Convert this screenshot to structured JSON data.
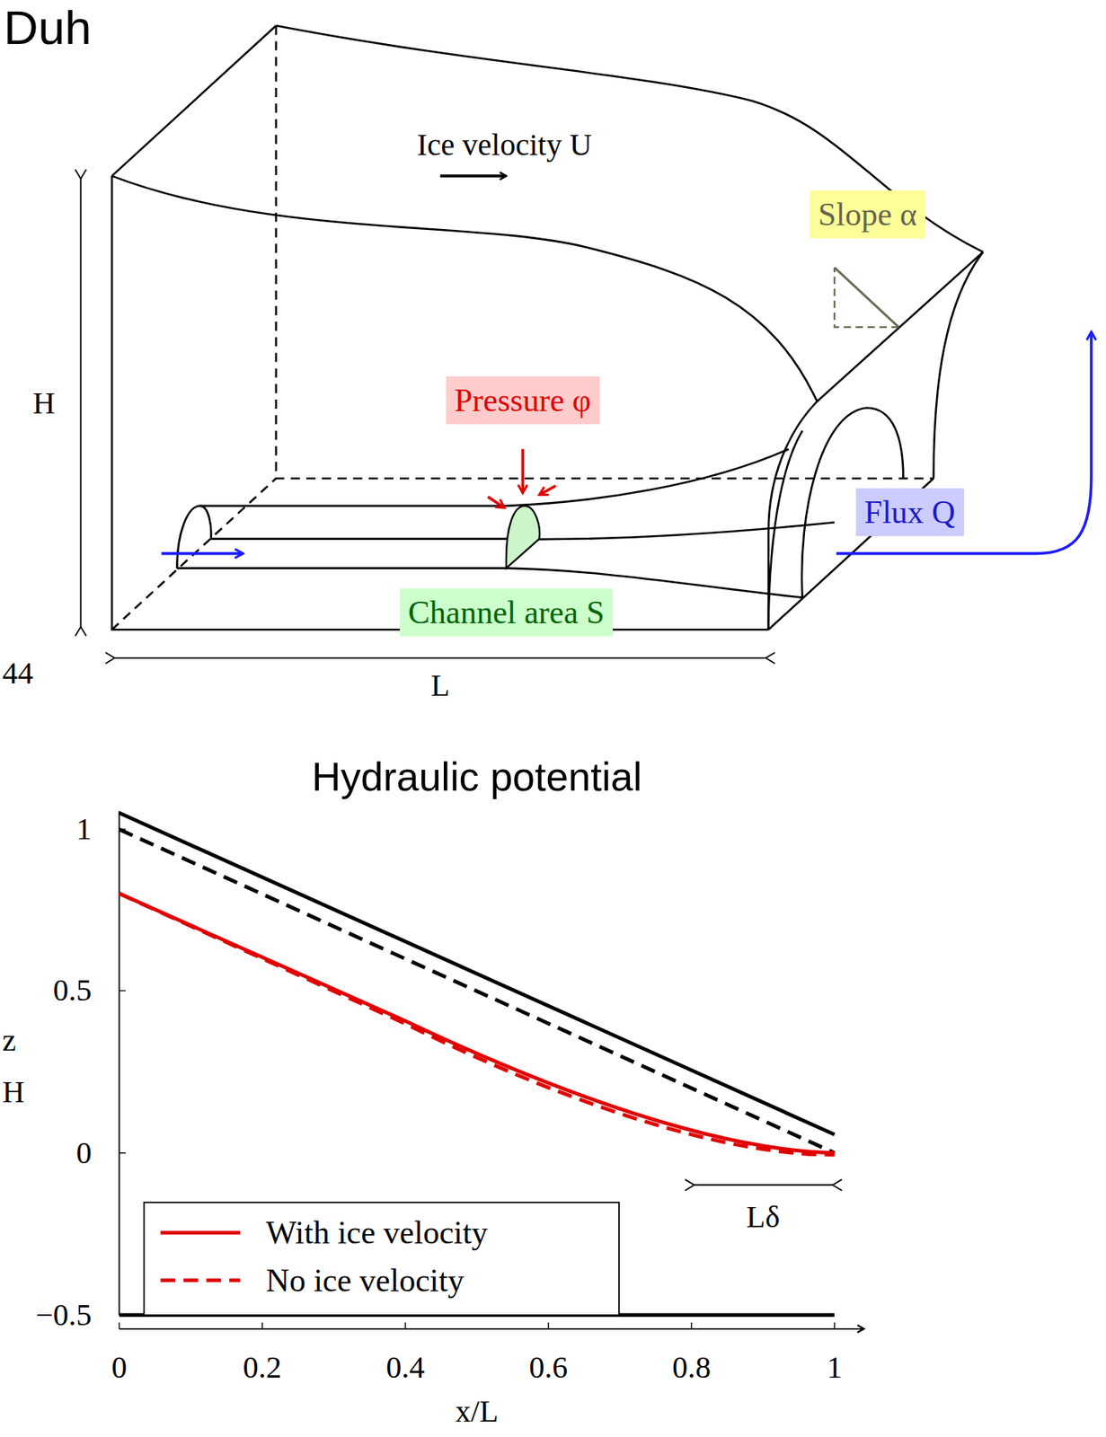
{
  "diagram": {
    "title": "Hydraulic potential",
    "nodes": [
      {
        "text": [
          "Slope α"
        ]
      },
      {
        "text": [
          "Pressure φ"
        ]
      },
      {
        "text": [
          "Flux Q"
        ]
      },
      {
        "text": [
          "Channel area S"
        ]
      }
    ],
    "labels": [
      "Duh",
      "Ice velocity U",
      "H",
      "44",
      "L",
      "1",
      "0.5",
      "0",
      "−0.5",
      "0",
      "0.2",
      "0.4",
      "0.6",
      "0.8",
      "1",
      "x/L",
      "z",
      "H",
      "Lδ"
    ],
    "legend": [
      {
        "text": "With ice velocity"
      },
      {
        "text": "No ice velocity"
      }
    ]
  }
}
